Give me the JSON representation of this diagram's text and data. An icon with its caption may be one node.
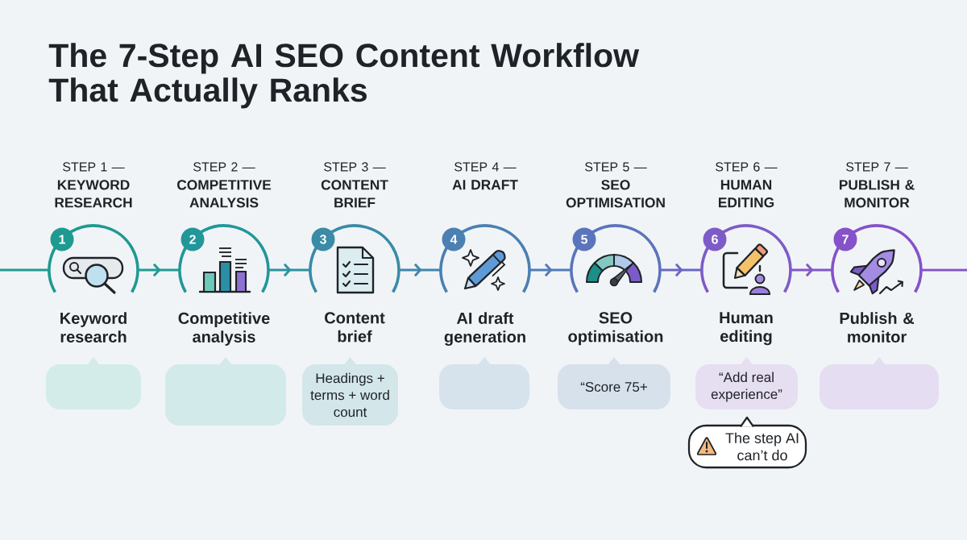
{
  "diagram": {
    "title": "The 7-Step AI SEO Content Workflow That Actually Ranks",
    "nodes": [
      {
        "text": [
          "1"
        ],
        "beside": [
          "STEP 1 —",
          "KEYWORD RESEARCH",
          "Keyword research"
        ]
      },
      {
        "text": [
          "2"
        ],
        "beside": [
          "STEP 2 —",
          "COMPETITIVE ANALYSIS",
          "Competitive analysis"
        ]
      },
      {
        "text": [
          "3"
        ],
        "beside": [
          "STEP 3 —",
          "CONTENT BRIEF",
          "Content brief"
        ]
      },
      {
        "text": [
          "4"
        ],
        "beside": [
          "STEP 4 —",
          "AI DRAFT",
          "AI draft generation"
        ]
      },
      {
        "text": [
          "5"
        ],
        "beside": [
          "STEP 5 —",
          "SEO OPTIMISATION",
          "SEO optimisation"
        ]
      },
      {
        "text": [
          "6"
        ],
        "beside": [
          "STEP 6 —",
          "HUMAN EDITING",
          "Human editing"
        ]
      },
      {
        "text": [
          "7"
        ],
        "beside": [
          "STEP 7 —",
          "PUBLISH & MONITOR",
          "Publish & monitor"
        ]
      },
      {
        "text": [],
        "shape": "box"
      },
      {
        "text": [],
        "shape": "box"
      },
      {
        "text": [
          "Headings + terms + word count"
        ]
      },
      {
        "text": [],
        "shape": "box"
      },
      {
        "text": [
          "“Score 75+"
        ]
      },
      {
        "text": [
          "“Add real experience”"
        ]
      },
      {
        "text": [],
        "shape": "box"
      },
      {
        "text": [
          "The step AI can’t do"
        ]
      }
    ],
    "edges": [
      {
        "from": null,
        "to": 0,
        "arrow": "none",
        "color": "#1e9a91"
      },
      {
        "from": 0,
        "to": 1,
        "arrow": "to",
        "color": "#219a96"
      },
      {
        "from": 1,
        "to": 2,
        "arrow": "to",
        "color": "#2c92a2"
      },
      {
        "from": 2,
        "to": 3,
        "arrow": "to",
        "color": "#4086ad"
      },
      {
        "from": 3,
        "to": 4,
        "arrow": "to",
        "color": "#537bb7"
      },
      {
        "from": 4,
        "to": 5,
        "arrow": "to",
        "color": "#6a68c2"
      },
      {
        "from": 5,
        "to": 6,
        "arrow": "to",
        "color": "#8257c8"
      },
      {
        "from": 6,
        "to": null,
        "arrow": "none",
        "color": "#8552c9"
      }
    ]
  }
}
